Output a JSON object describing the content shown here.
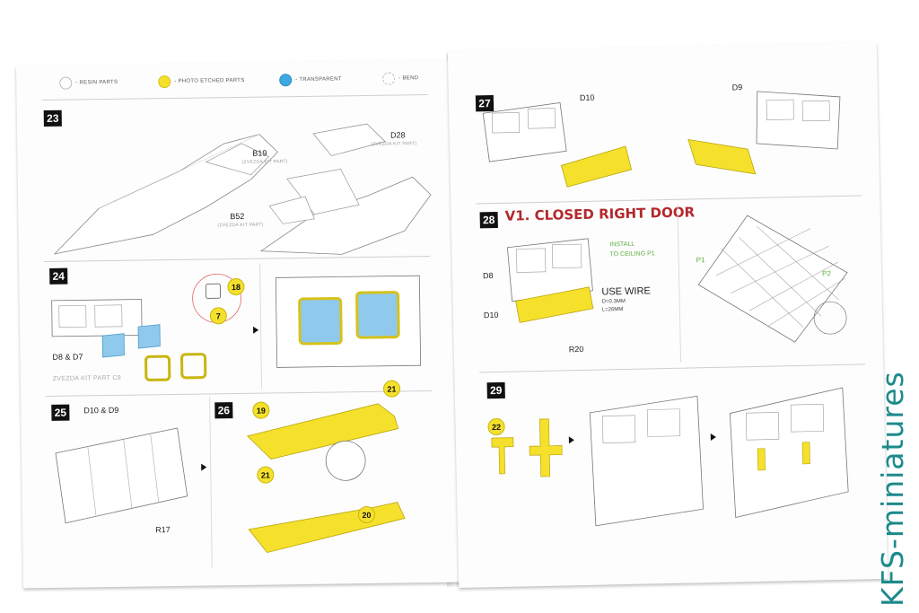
{
  "legend": [
    {
      "label": "- RESIN PARTS",
      "color": "#ffffff"
    },
    {
      "label": "- PHOTO ETCHED PARTS",
      "color": "#f5e12c"
    },
    {
      "label": "- TRANSPARENT",
      "color": "#3ea9e0"
    },
    {
      "label": "- BEND",
      "color": "#ffffff"
    }
  ],
  "steps": {
    "s23": "23",
    "s24": "24",
    "s25": "25",
    "s26": "26",
    "s27": "27",
    "s28": "28",
    "s29": "29"
  },
  "left": {
    "b19": "B19",
    "b19_sub": "(ZVEZDA KIT PART)",
    "d28": "D28",
    "d28_sub": "(ZVEZDA KIT PART)",
    "b52": "B52",
    "b52_sub": "(ZVEZDA KIT PART)",
    "d8d7": "D8 & D7",
    "zvezda_c9": "ZVEZDA KIT PART C9",
    "d10d9": "D10 & D9",
    "r17": "R17",
    "badge18": "18",
    "badge7": "7",
    "badge19": "19",
    "badge20": "20",
    "badge21a": "21",
    "badge21b": "21"
  },
  "right": {
    "d10": "D10",
    "d9": "D9",
    "title28": "V1. CLOSED RIGHT DOOR",
    "install": "INSTALL",
    "install2": "TO CEILING P1",
    "use_wire": "USE WIRE",
    "wire_d": "D=0.3MM",
    "wire_l": "L=26MM",
    "d8": "D8",
    "d10b": "D10",
    "r20": "R20",
    "p1": "P1",
    "p2": "P2",
    "badge22": "22"
  },
  "watermark": "KFS-miniatures",
  "colors": {
    "pe_yellow": "#f5e12c",
    "transparent_blue": "#3ea9e0",
    "title_red": "#b3282d",
    "install_green": "#5cae3c",
    "watermark_teal": "#1d8a8a"
  }
}
